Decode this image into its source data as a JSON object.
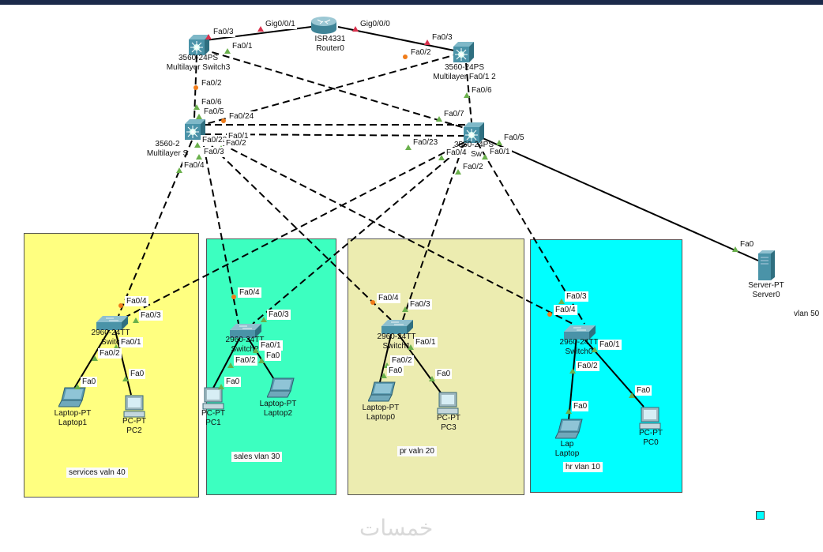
{
  "colors": {
    "topbar": "#1b2a4a",
    "zone_services": "#ffff80",
    "zone_sales": "#3cffc0",
    "zone_pr": "#ececb0",
    "zone_hr": "#00ffff",
    "link": "#000000",
    "port_up": "#6ab04c",
    "port_blocked": "#f07c1a",
    "port_down": "#d9304b"
  },
  "devices": {
    "router0": {
      "model": "ISR4331",
      "name": "Router0",
      "icon": "router-icon"
    },
    "mls3": {
      "model": "3560-24PS",
      "name": "Multilayer Switch3",
      "icon": "multilayer-switch-icon"
    },
    "mls_top_right": {
      "model": "3560-24PS",
      "name": "Multilayer Fa0/1 2",
      "icon": "multilayer-switch-icon"
    },
    "mls_mid_left": {
      "model": "3560-2",
      "name": "Multilayer S",
      "icon": "multilayer-switch-icon"
    },
    "mls_mid_right": {
      "model": "3560-24PS",
      "name": "r Sw",
      "icon": "multilayer-switch-icon"
    },
    "switch_services": {
      "model": "2960-24TT",
      "name": "Switc",
      "icon": "switch-icon"
    },
    "switch2": {
      "model": "2960-24TT",
      "name": "Switch2",
      "icon": "switch-icon"
    },
    "switch1": {
      "model": "2960-24TT",
      "name": "Switch1",
      "icon": "switch-icon"
    },
    "switch0": {
      "model": "2960-24TT",
      "name": "Switch0",
      "icon": "switch-icon"
    },
    "laptop1": {
      "model": "Laptop-PT",
      "name": "Laptop1",
      "icon": "laptop-icon"
    },
    "pc2": {
      "model": "PC-PT",
      "name": "PC2",
      "icon": "pc-icon"
    },
    "pc1": {
      "model": "PC-PT",
      "name": "PC1",
      "icon": "pc-icon"
    },
    "laptop2": {
      "model": "Laptop-PT",
      "name": "Laptop2",
      "icon": "laptop-icon"
    },
    "laptop0": {
      "model": "Laptop-PT",
      "name": "Laptop0",
      "icon": "laptop-icon"
    },
    "pc3": {
      "model": "PC-PT",
      "name": "PC3",
      "icon": "pc-icon"
    },
    "laptop": {
      "model": "Lap",
      "name": "Laptop",
      "icon": "laptop-icon"
    },
    "pc0": {
      "model": "PC-PT",
      "name": "PC0",
      "icon": "pc-icon"
    },
    "server0": {
      "model": "Server-PT",
      "name": "Server0",
      "icon": "server-icon"
    }
  },
  "zones": {
    "services": "services valn 40",
    "sales": "sales vlan 30",
    "pr": "pr valn 20",
    "hr": "hr vlan 10",
    "vlan50": "vlan 50"
  },
  "ports": [
    "Gig0/0/1",
    "Gig0/0/0",
    "Fa0/3",
    "Fa0/1",
    "Fa0/3",
    "Fa0/2",
    "Fa0/2",
    "Fa0/6",
    "Fa0/6",
    "Fa0/5",
    "Fa0/24",
    "Fa0/7",
    "Fa0/1",
    "Fa0/23",
    "Fa0/2",
    "Fa0/3",
    "Fa0/4",
    "Fa0/23",
    "Fa0/5",
    "Fa0/4",
    "Fa0/1",
    "Fa0/2",
    "Fa0/4",
    "Fa0/3",
    "Fa0/1",
    "Fa0/2",
    "Fa0",
    "Fa0",
    "Fa0/4",
    "Fa0/3",
    "Fa0/1",
    "Fa0",
    "Fa0/2",
    "Fa0",
    "Fa0/4",
    "Fa0/3",
    "Fa0/1",
    "Fa0/2",
    "Fa0",
    "Fa0",
    "Fa0/3",
    "Fa0/4",
    "Fa0/1",
    "Fa0/2",
    "Fa0",
    "Fa0",
    "Fa0"
  ],
  "watermark": "خمسات"
}
